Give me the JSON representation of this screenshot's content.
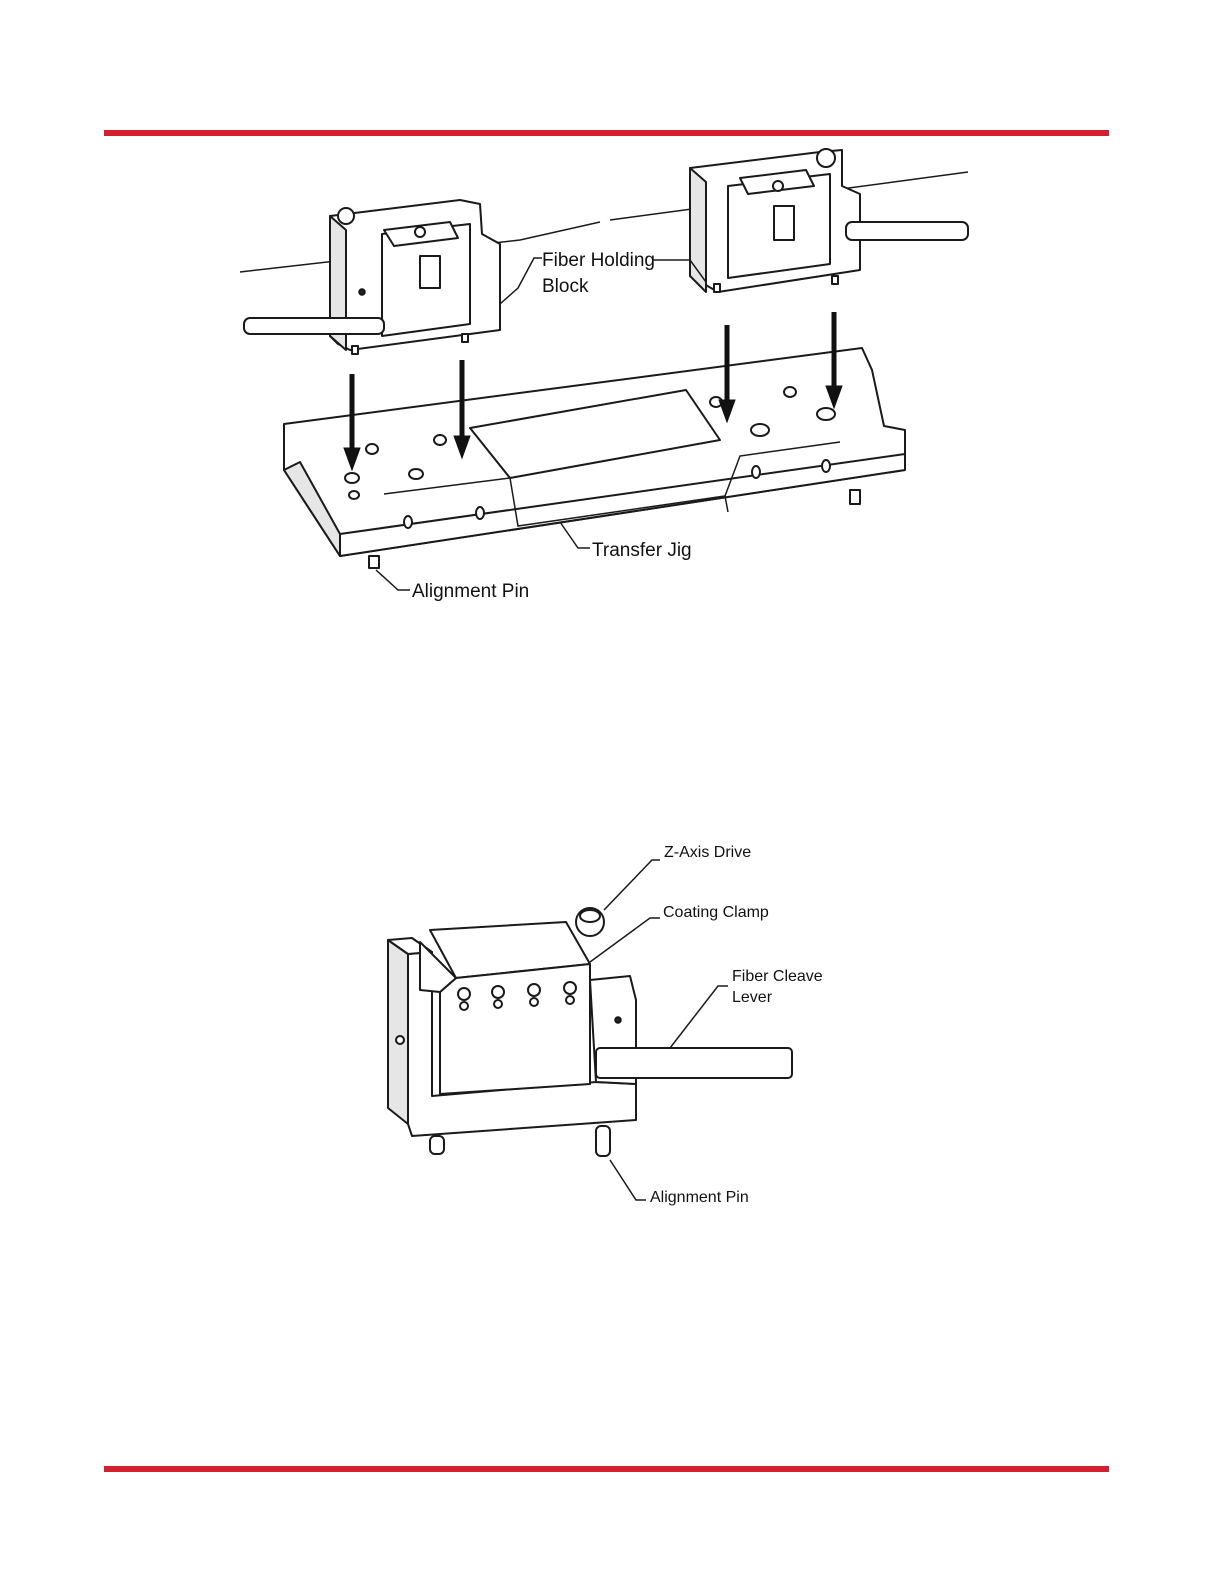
{
  "colors": {
    "rule": "#d4202e"
  },
  "figure1": {
    "labels": {
      "fiber_holding_block_line1": "Fiber Holding",
      "fiber_holding_block_line2": "Block",
      "transfer_jig": "Transfer Jig",
      "alignment_pin": "Alignment Pin"
    }
  },
  "figure2": {
    "labels": {
      "z_axis_drive": "Z-Axis Drive",
      "coating_clamp": "Coating Clamp",
      "fiber_cleave_lever_line1": "Fiber Cleave",
      "fiber_cleave_lever_line2": "Lever",
      "alignment_pin": "Alignment Pin"
    }
  }
}
